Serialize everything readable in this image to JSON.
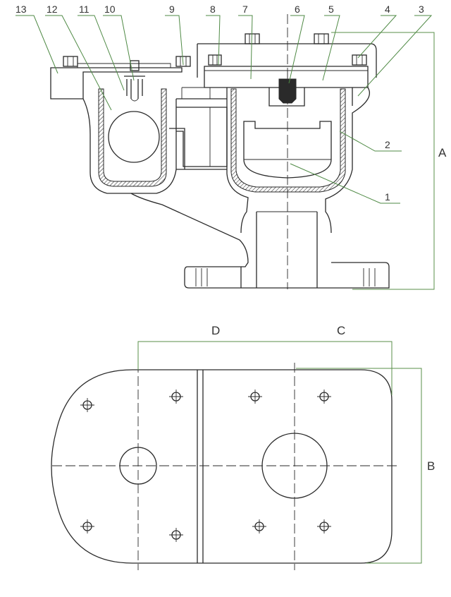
{
  "part_labels": [
    "1",
    "2",
    "3",
    "4",
    "5",
    "6",
    "7",
    "8",
    "9",
    "10",
    "11",
    "12",
    "13"
  ],
  "dimension_labels": {
    "a": "A",
    "b": "B",
    "c": "C",
    "d": "D"
  },
  "colors": {
    "line": "#2a2a2a",
    "leader": "#4f8a45",
    "hatch": "#2a2a2a",
    "background": "#ffffff"
  }
}
